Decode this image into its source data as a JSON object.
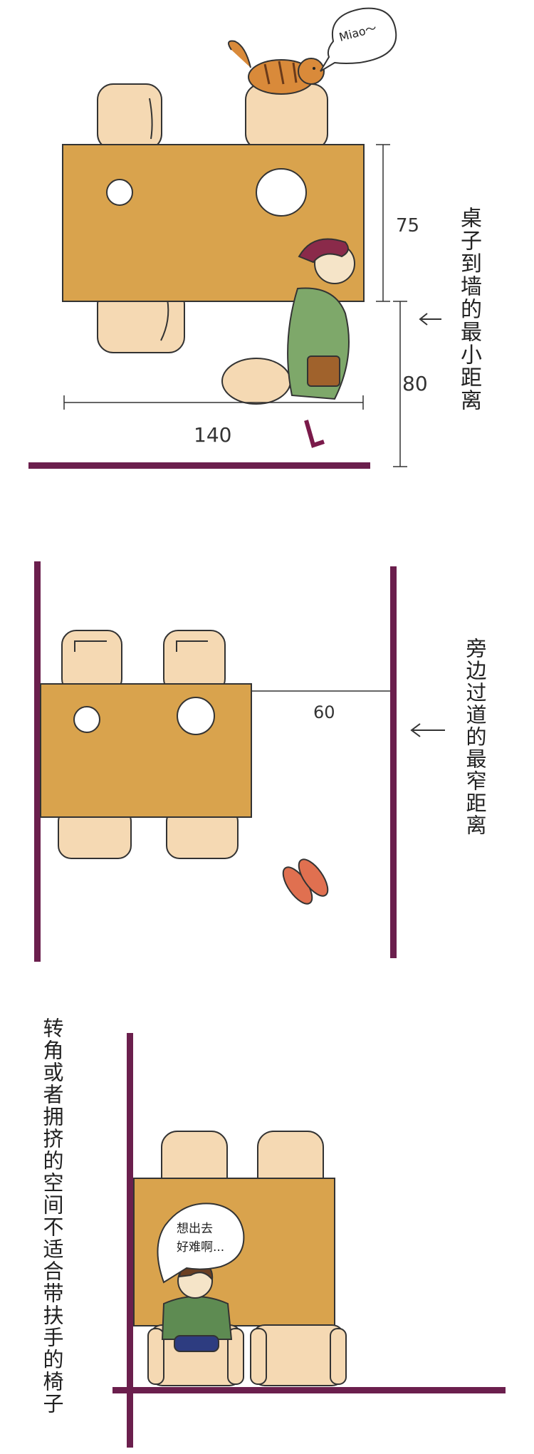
{
  "panel1": {
    "cat_speech": "Miao～",
    "dim_table_width": "75",
    "dim_table_length": "140",
    "dim_wall_gap": "80",
    "caption": "桌子到墙的最小距离"
  },
  "panel2": {
    "dim_aisle": "60",
    "caption": "旁边过道的最窄距离"
  },
  "panel3": {
    "speech_line1": "想出去",
    "speech_line2": "好难啊...",
    "caption": "转角或者拥挤的空间不适合带扶手的椅子"
  },
  "colors": {
    "table": "#d9a34d",
    "chair": "#f5d9b3",
    "wall": "#6b1f4d",
    "cat": "#d98a3a",
    "dress": "#7ea86a",
    "bag": "#a0622c",
    "shirt": "#5e8b52",
    "pants": "#2d3c80"
  }
}
